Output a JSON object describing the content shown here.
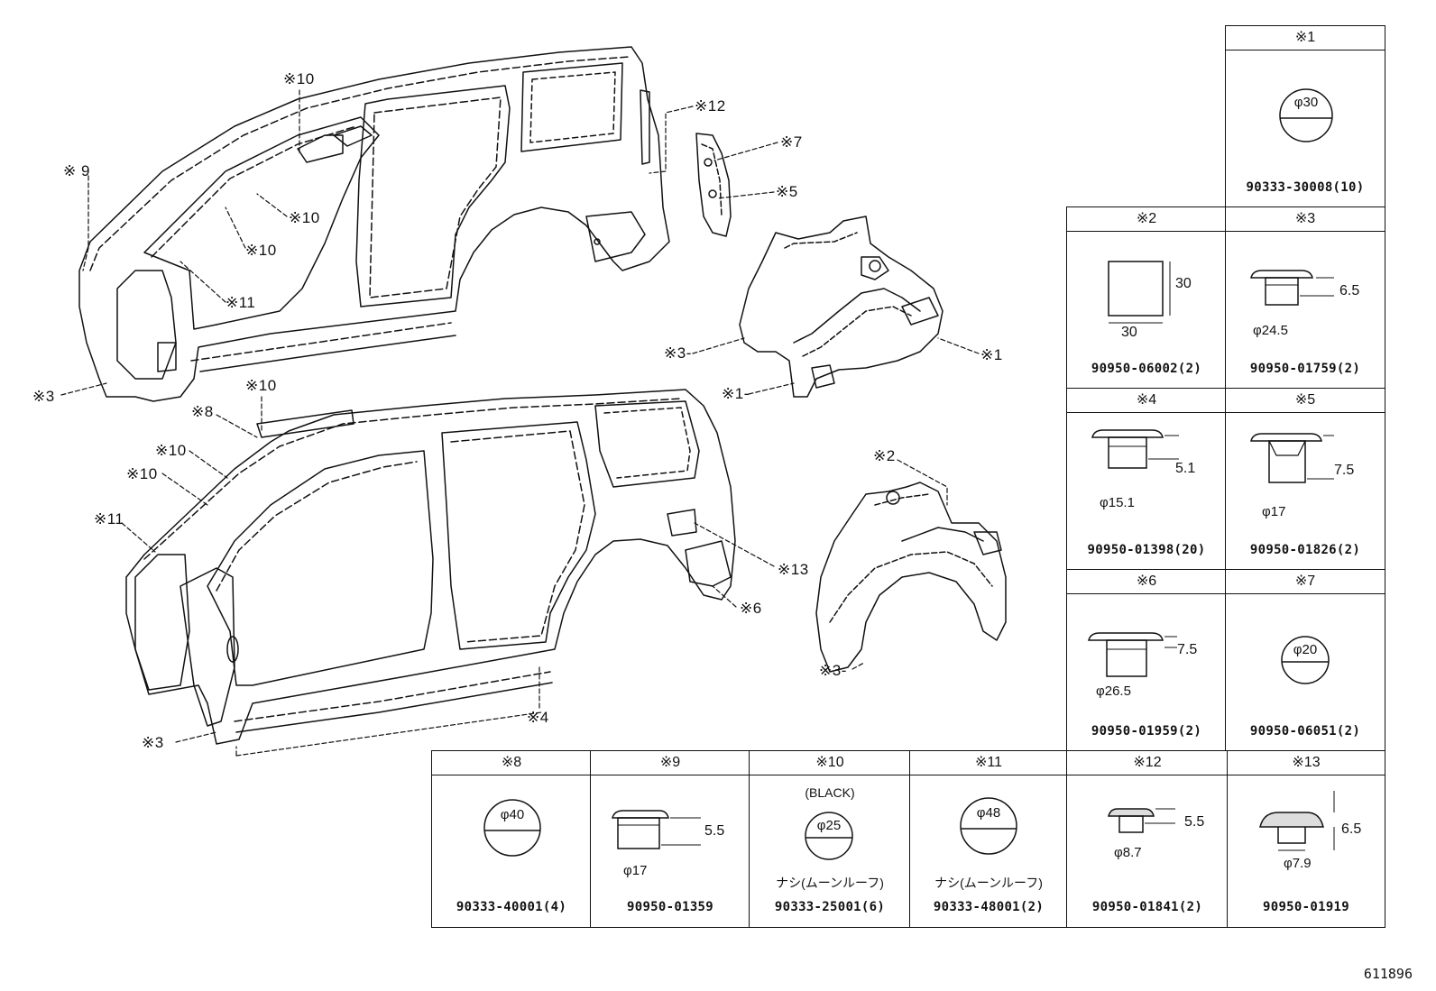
{
  "callouts": {
    "c9": "※ 9",
    "c10a": "※10",
    "c10b": "※10",
    "c10c": "※10",
    "c11a": "※11",
    "c3a": "※3",
    "c12": "※12",
    "c7": "※7",
    "c5": "※5",
    "c3b": "※3-",
    "c1a": "※1",
    "c1b": "※1-",
    "c10d": "※10",
    "c8": "※8",
    "c10e": "※10",
    "c10f": "※10",
    "c11b": "※11",
    "c3c": "※3",
    "c4": "※4",
    "c13": "※13",
    "c6": "※6",
    "c2": "※2",
    "c3d": "※3-"
  },
  "parts": [
    {
      "ref": "※1",
      "part_no": "90333-30008(10)",
      "dia": "φ30"
    },
    {
      "ref": "※2",
      "part_no": "90950-06002(2)",
      "w": "30",
      "h": "30"
    },
    {
      "ref": "※3",
      "part_no": "90950-01759(2)",
      "height": "6.5",
      "dia": "φ24.5"
    },
    {
      "ref": "※4",
      "part_no": "90950-01398(20)",
      "height": "5.1",
      "dia": "φ15.1"
    },
    {
      "ref": "※5",
      "part_no": "90950-01826(2)",
      "height": "7.5",
      "dia": "φ17"
    },
    {
      "ref": "※6",
      "part_no": "90950-01959(2)",
      "height": "7.5",
      "dia": "φ26.5"
    },
    {
      "ref": "※7",
      "part_no": "90950-06051(2)",
      "dia": "φ20"
    },
    {
      "ref": "※8",
      "part_no": "90333-40001(4)",
      "dia": "φ40"
    },
    {
      "ref": "※9",
      "part_no": "90950-01359",
      "height": "5.5",
      "dia": "φ17"
    },
    {
      "ref": "※10",
      "part_no": "90333-25001(6)",
      "dia": "φ25",
      "color_note": "(BLACK)",
      "note": "ナシ(ムーンルーフ)"
    },
    {
      "ref": "※11",
      "part_no": "90333-48001(2)",
      "dia": "φ48",
      "note": "ナシ(ムーンルーフ)"
    },
    {
      "ref": "※12",
      "part_no": "90950-01841(2)",
      "height": "5.5",
      "dia": "φ8.7"
    },
    {
      "ref": "※13",
      "part_no": "90950-01919",
      "height": "6.5",
      "dia": "φ7.9"
    }
  ],
  "footer_id": "611896"
}
